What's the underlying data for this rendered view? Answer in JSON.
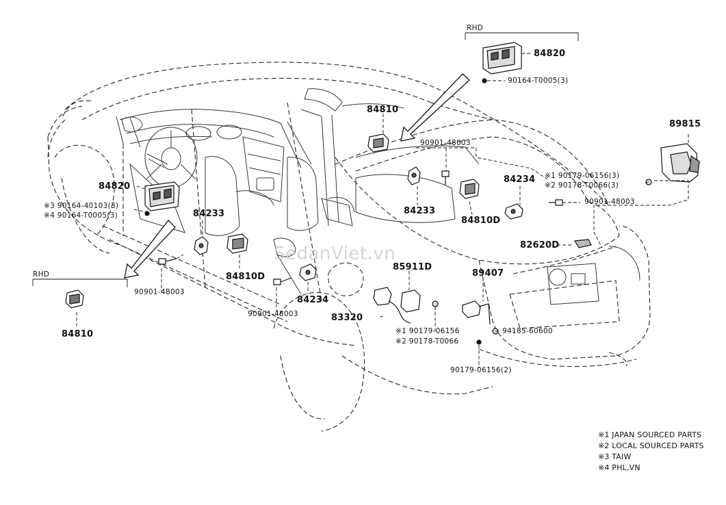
{
  "region_rhd_top": "RHD",
  "region_rhd_left": "RHD",
  "watermark": "SedanViet.vn",
  "parts": {
    "p84820_top": "84820",
    "bolt_t0005_top": "90164-T0005(3)",
    "p89815": "89815",
    "p84810_top": "84810",
    "bolt_48003_a": "90901-48003",
    "p84233_center": "84233",
    "p84810d_center": "84810D",
    "p84234_right": "84234",
    "star1_06156_top": "※1 90179-06156(3)",
    "star2_t0066_top": "※2 90178-T0066(3)",
    "bolt_48003_b": "90901-48003",
    "p82620d": "82620D",
    "p84820_left": "84820",
    "star3_40103": "※3 90164-40103(3)",
    "star4_t0005": "※4 90164-T0005(3)",
    "p84233_left": "84233",
    "p84810d_left": "84810D",
    "bolt_48003_c": "90901-48003",
    "p84810_left": "84810",
    "bolt_48003_d": "90901-48003",
    "p84234_left": "84234",
    "p85911d": "85911D",
    "p89407": "89407",
    "p83320": "83320",
    "star1_06156_mid": "※1 90179-06156",
    "star2_t0066_mid": "※2 90178-T0066",
    "bolt_60600": "94185-60600",
    "bolt_06156_2": "90179-06156(2)"
  },
  "legend": {
    "line1": "※1 JAPAN SOURCED PARTS",
    "line2": "※2 LOCAL SOURCED PARTS",
    "line3": "※3 TAIW",
    "line4": "※4 PHL,VN"
  }
}
